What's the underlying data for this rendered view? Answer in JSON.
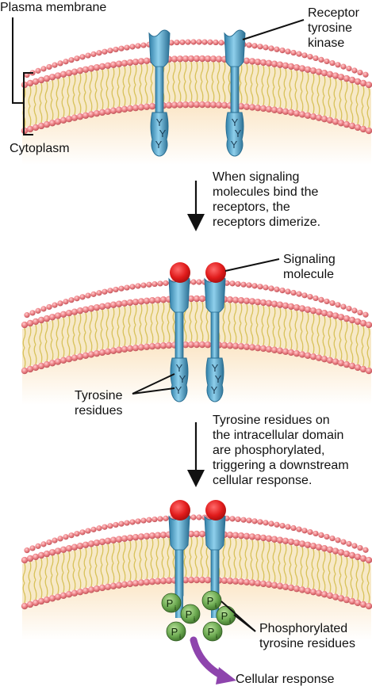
{
  "labels": {
    "plasma_membrane": "Plasma membrane",
    "cytoplasm": "Cytoplasm",
    "receptor": [
      "Receptor",
      "tyrosine",
      "kinase"
    ],
    "step1": [
      "When signaling",
      "molecules bind the",
      "receptors, the",
      "receptors dimerize."
    ],
    "signaling_molecule": [
      "Signaling",
      "molecule"
    ],
    "tyrosine_residues": [
      "Tyrosine",
      "residues"
    ],
    "step2": [
      "Tyrosine residues on",
      "the intracellular domain",
      "are phosphorylated,",
      "triggering a downstream",
      "cellular response."
    ],
    "phosphorylated": [
      "Phosphorylated",
      "tyrosine residues"
    ],
    "cellular_response": "Cellular response"
  },
  "residue_glyph": "Y",
  "phosphate_glyph": "P",
  "phosphate_subscript": "i",
  "colors": {
    "lipid_head": "#e8757a",
    "lipid_tail": "#d8c25a",
    "membrane_core": "#f7e9c8",
    "receptor": "#4aa6cc",
    "receptor_dark": "#2a6f93",
    "signal": "#e01b1b",
    "phosphate": "#6aa84f",
    "arrow": "#8e44ad"
  }
}
